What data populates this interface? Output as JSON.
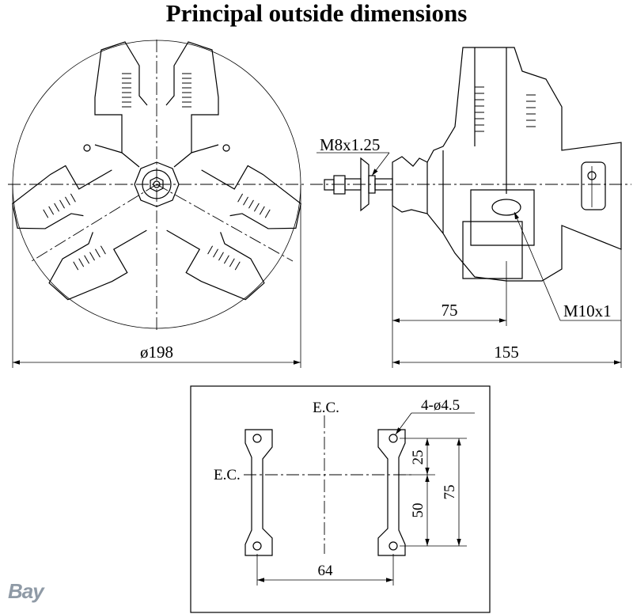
{
  "title": "Principal outside dimensions",
  "front_view": {
    "diameter_label": "ø198"
  },
  "side_view": {
    "thread_front_label": "M8x1.25",
    "thread_back_label": "M10x1",
    "offset_label": "75",
    "length_label": "155"
  },
  "mount_view": {
    "ec_top_label": "E.C.",
    "ec_left_label": "E.C.",
    "holes_label": "4-ø4.5",
    "dim_upper_label": "25",
    "dim_lower_label": "50",
    "dim_total_label": "75",
    "dim_width_label": "64"
  },
  "watermark": {
    "logo_text": "Bay",
    "logo_color": "#8f9aa6"
  }
}
